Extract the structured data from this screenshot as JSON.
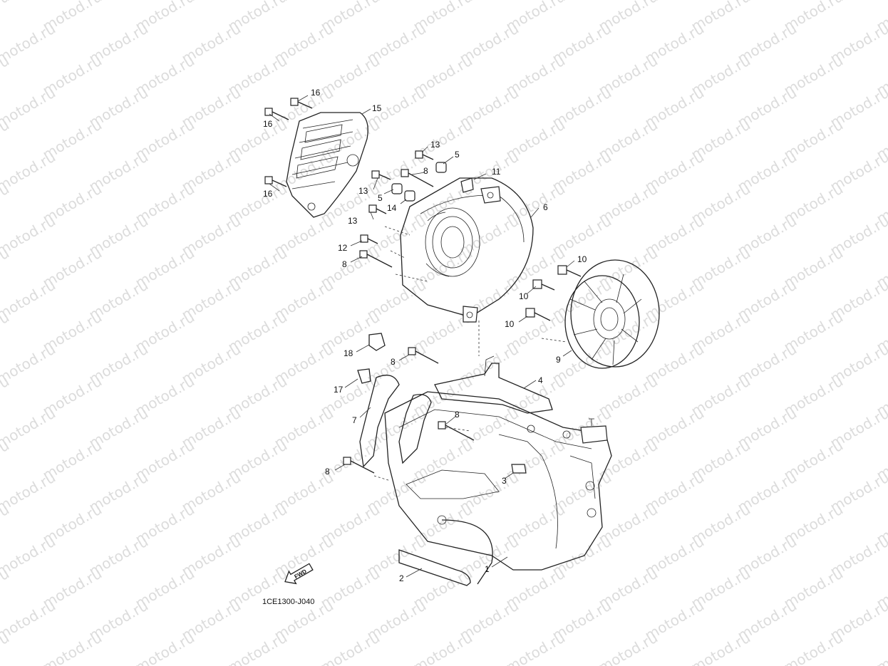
{
  "watermark": "motod.ru",
  "drawing_code": "1CE1300-J040",
  "fwd_label": "FWD",
  "callouts": {
    "c1": "1",
    "c2": "2",
    "c3": "3",
    "c4": "4",
    "c5a": "5",
    "c5b": "5",
    "c6": "6",
    "c7": "7",
    "c8a": "8",
    "c8b": "8",
    "c8c": "8",
    "c8d": "8",
    "c8e": "8",
    "c9": "9",
    "c10a": "10",
    "c10b": "10",
    "c10c": "10",
    "c11": "11",
    "c12": "12",
    "c13a": "13",
    "c13b": "13",
    "c13c": "13",
    "c14": "14",
    "c15": "15",
    "c16a": "16",
    "c16b": "16",
    "c16c": "16",
    "c17": "17",
    "c18": "18"
  }
}
